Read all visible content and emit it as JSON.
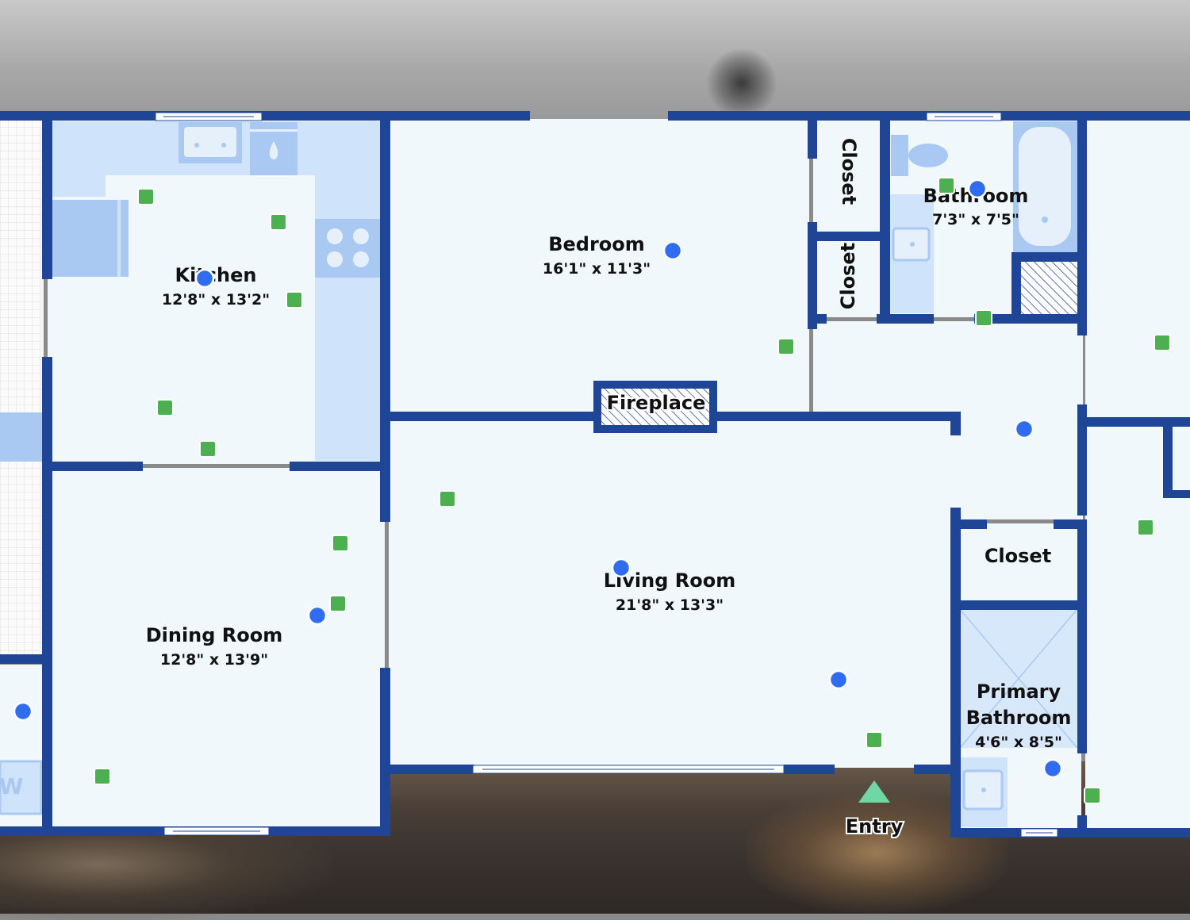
{
  "rooms": {
    "kitchen": {
      "name": "Kitchen",
      "dims": "12'8\" x 13'2\""
    },
    "bedroom": {
      "name": "Bedroom",
      "dims": "16'1\" x 11'3\""
    },
    "bathroom": {
      "name": "Bathroom",
      "dims": "7'3\" x 7'5\""
    },
    "dining": {
      "name": "Dining Room",
      "dims": "12'8\" x 13'9\""
    },
    "living": {
      "name": "Living Room",
      "dims": "21'8\" x 13'3\""
    },
    "primary_bath": {
      "name_line1": "Primary",
      "name_line2": "Bathroom",
      "dims": "4'6\" x 8'5\""
    },
    "closet_a": {
      "name": "Closet"
    },
    "closet_b": {
      "name": "Closet"
    },
    "closet_c": {
      "name": "Closet"
    },
    "fireplace": {
      "name": "Fireplace"
    },
    "laundry_partial": {
      "name": "W"
    }
  },
  "entry": {
    "label": "Entry"
  },
  "colors": {
    "wall": "#1f4596",
    "floor": "#f0f8fb",
    "fixture": "#cfe3fa",
    "fixture_dark": "#a9c9f2",
    "marker_green": "#4caf50",
    "marker_blue": "#2f6cf0",
    "entry_arrow": "#6fd6a6"
  }
}
